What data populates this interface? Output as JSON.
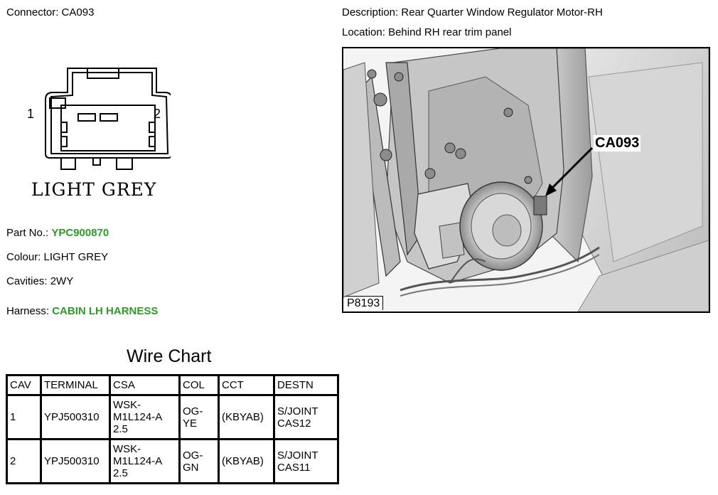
{
  "connector": {
    "label": "Connector:",
    "value": "CA093"
  },
  "description": {
    "label": "Description:",
    "value": "Rear Quarter Window Regulator Motor-RH"
  },
  "location": {
    "label": "Location:",
    "value": "Behind RH rear trim panel"
  },
  "diagram": {
    "pin1": "1",
    "pin2": "2",
    "caption": "LIGHT GREY"
  },
  "photo": {
    "callout": "CA093",
    "ref": "P8193"
  },
  "part_no": {
    "label": "Part No.:",
    "value": "YPC900870"
  },
  "colour": {
    "label": "Colour:",
    "value": "LIGHT GREY"
  },
  "cavities": {
    "label": "Cavities:",
    "value": "2WY"
  },
  "harness": {
    "label": "Harness:",
    "value": "CABIN LH HARNESS"
  },
  "wire_chart": {
    "title": "Wire Chart",
    "headers": [
      "CAV",
      "TERMINAL",
      "CSA",
      "COL",
      "CCT",
      "DESTN"
    ],
    "rows": [
      {
        "cav": "1",
        "terminal": "YPJ500310",
        "csa": "WSK-\nM1L124-A\n2.5",
        "col": "OG-\nYE",
        "cct": "(KBYAB)",
        "destn": "S/JOINT\nCAS12"
      },
      {
        "cav": "2",
        "terminal": "YPJ500310",
        "csa": "WSK-\nM1L124-A\n2.5",
        "col": "OG-\nGN",
        "cct": "(KBYAB)",
        "destn": "S/JOINT\nCAS11"
      }
    ]
  },
  "colors": {
    "link_green": "#2e9a28"
  }
}
